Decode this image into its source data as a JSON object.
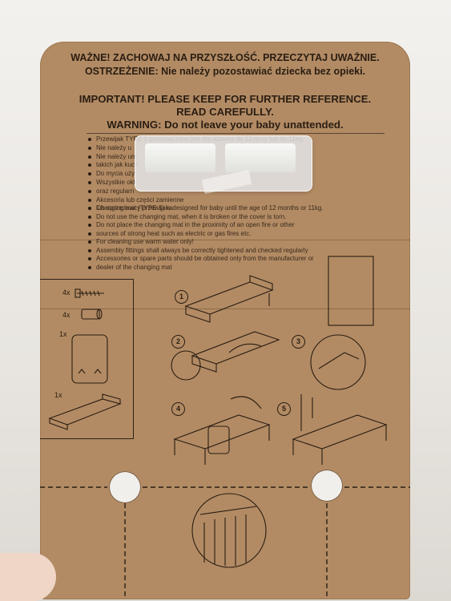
{
  "header": {
    "pl_line1": "WAŻNE! ZACHOWAJ NA PRZYSZŁOŚĆ. PRZECZYTAJ UWAŻNIE.",
    "pl_line2": "OSTRZEŻENIE:  Nie należy pozostawiać dziecka bez opieki.",
    "en_line1": "IMPORTANT! PLEASE KEEP FOR FURTHER REFERENCE.",
    "en_line2": "READ CAREFULLY.",
    "en_line3": "WARNING: Do not leave your baby unattended."
  },
  "pl_bullets": [
    "Przewijak TYPE 1 przeznaczony jest dla dziecka do 12 m-cy lub do 11kg.",
    "Nie należy u",
    "Nie należy um",
    "takich jak kuch",
    "Do mycia uży",
    "Wszystkie okt",
    "oraz regularn",
    "Akcesoria lub części zamienne",
    "lub sprzedawcy przewijaka"
  ],
  "en_bullets": [
    "Changing mat (TYPE 1) is designed for baby until the age of 12 months or 11kg.",
    "Do not use the changing mat, when it is broken or the cover is torn.",
    "Do not place the changing mat in the proximity of an open fire or other",
    "sources of strong heat such as electric or gas fires etc.",
    "For cleaning use warm water only!",
    "Assembly fittings shall always be correctly tightened and checked regularly",
    "Accessories or spare parts should be obtained only from the manufacturer or",
    "dealer of the changing mat"
  ],
  "parts": {
    "screws_qty": "4x",
    "sleeves_qty": "4x",
    "board_qty": "1x",
    "mat_qty": "1x"
  },
  "steps": [
    "1",
    "2",
    "3",
    "4",
    "5"
  ],
  "colors": {
    "cardboard": "#b28b64",
    "ink": "#2a1d12",
    "background": "#ece9e4"
  }
}
